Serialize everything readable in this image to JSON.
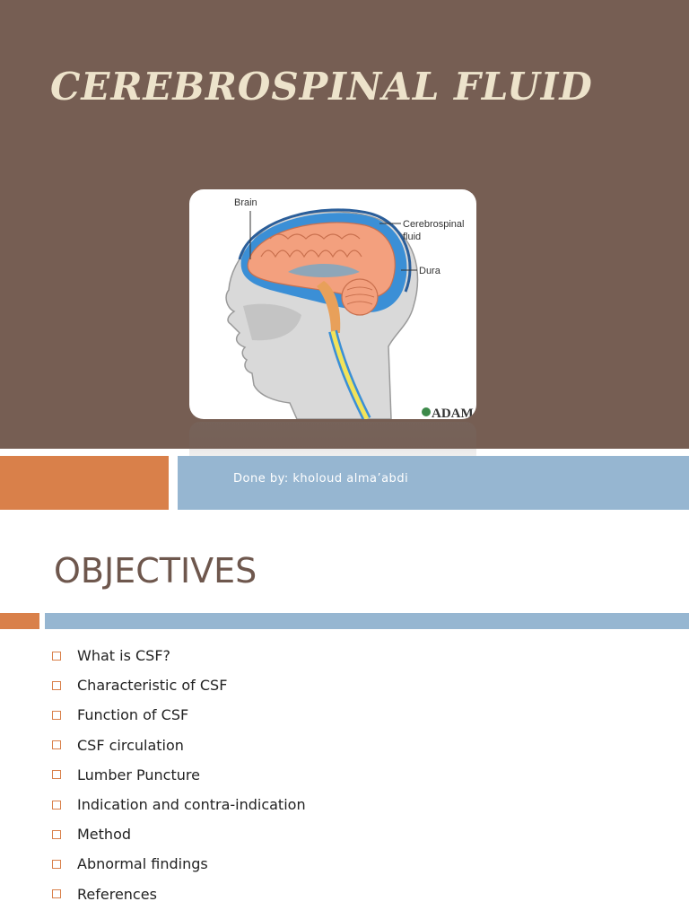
{
  "slide1": {
    "title": "CEREBROSPINAL FLUID",
    "diagram": {
      "labels": {
        "brain": "Brain",
        "csf_line1": "Cerebrospinal",
        "csf_line2": "fluid",
        "dura": "Dura"
      },
      "logo": "ADAM"
    },
    "subtitle": "Done by: kholoud alma’abdi"
  },
  "slide2": {
    "title": "OBJECTIVES",
    "items": [
      "What is CSF?",
      "Characteristic of CSF",
      "Function of CSF",
      "CSF circulation",
      "Lumber Puncture",
      "Indication and contra-indication",
      "Method",
      "Abnormal findings",
      "References"
    ]
  },
  "colors": {
    "slide1_background": "#765e53",
    "title_cream": "#ede3cb",
    "accent_orange": "#d9804a",
    "accent_blue": "#96b6d1",
    "objectives_title": "#6e574d"
  }
}
